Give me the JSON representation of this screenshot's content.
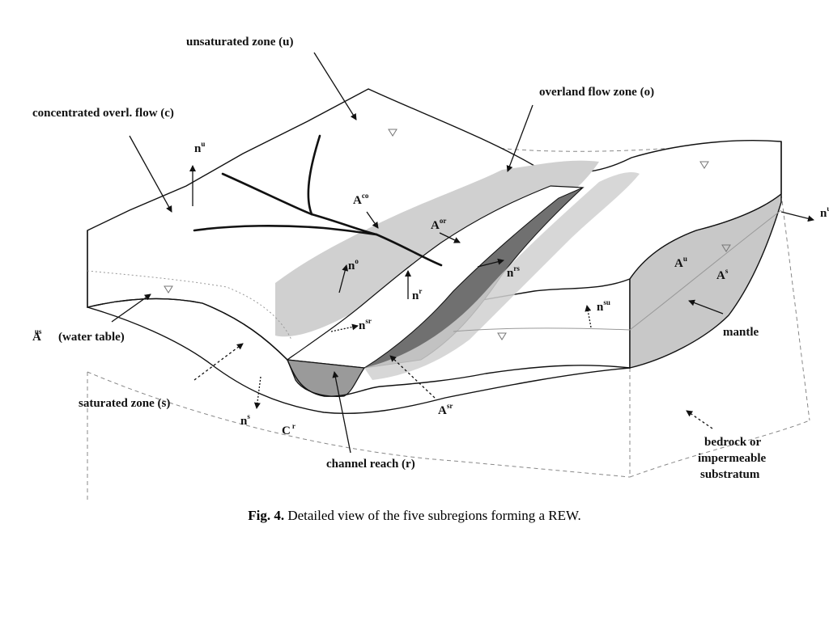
{
  "labels": {
    "unsaturated_zone": "unsaturated zone (u)",
    "overland_flow_zone": "overland flow zone (o)",
    "concentrated_flow": "concentrated overl. flow (c)",
    "water_table": "(water table)",
    "saturated_zone": "saturated zone (s)",
    "channel_reach": "channel reach (r)",
    "mantle": "mantle",
    "bedrock_line1": "bedrock or",
    "bedrock_line2": "impermeable",
    "bedrock_line3": "substratum"
  },
  "symbols": {
    "nu": {
      "base": "n",
      "sup": "u"
    },
    "nuA": {
      "base": "n",
      "sup": "uA"
    },
    "Aco": {
      "base": "A",
      "sup": "co"
    },
    "Aor": {
      "base": "A",
      "sup": "or"
    },
    "no": {
      "base": "n",
      "sup": "o"
    },
    "nr": {
      "base": "n",
      "sup": "r"
    },
    "nrs": {
      "base": "n",
      "sup": "rs"
    },
    "nsr": {
      "base": "n",
      "sup": "sr"
    },
    "nsu": {
      "base": "n",
      "sup": "su"
    },
    "Aus": {
      "base": "A",
      "sup": "us"
    },
    "Au": {
      "base": "A",
      "sup": "u"
    },
    "As": {
      "base": "A",
      "sup": "s"
    },
    "ns": {
      "base": "n",
      "sup": "s"
    },
    "Cr": {
      "base": "C",
      "sup": "r"
    },
    "Asr": {
      "base": "A",
      "sup": "sr"
    }
  },
  "caption": {
    "prefix": "Fig. 4.",
    "text": "Detailed view of the five subregions forming a REW."
  }
}
